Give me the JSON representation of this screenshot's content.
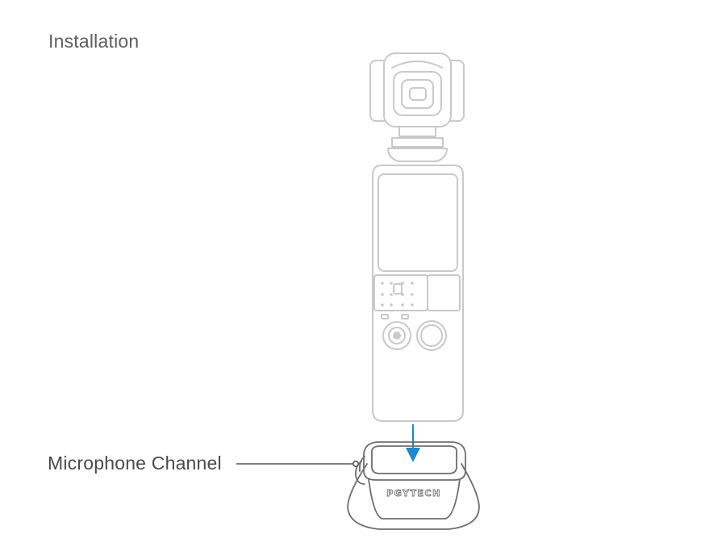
{
  "title": "Installation",
  "callout": {
    "label": "Microphone Channel"
  },
  "base_brand": "PGYTECH",
  "colors": {
    "device_outline": "#c9c9c9",
    "base_outline": "#6e6e6e",
    "arrow": "#1e88d0",
    "text": "#5f5f5f"
  },
  "icons": {
    "arrow": "down-arrow-icon"
  }
}
